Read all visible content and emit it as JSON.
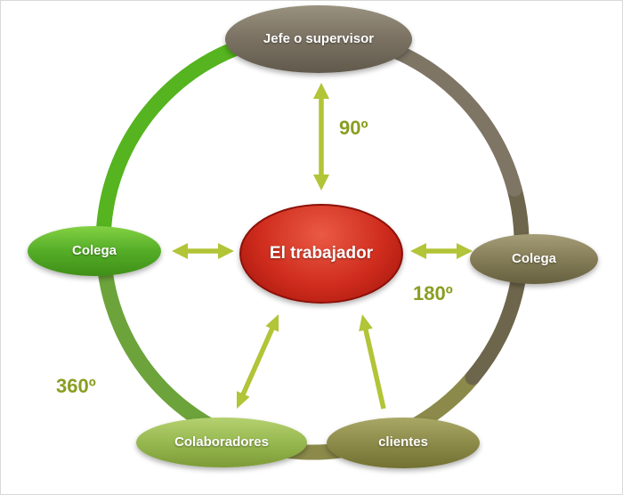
{
  "diagram": {
    "center_node": {
      "label": "El trabajador"
    },
    "nodes": {
      "supervisor": {
        "label": "Jefe o supervisor"
      },
      "colega_left": {
        "label": "Colega"
      },
      "colega_right": {
        "label": "Colega"
      },
      "colaboradores": {
        "label": "Colaboradores"
      },
      "clientes": {
        "label": "clientes"
      }
    },
    "angle_labels": {
      "deg90": "90º",
      "deg180": "180º",
      "deg360": "360º"
    },
    "colors": {
      "center_red": "#cf2c1d",
      "supervisor_brown": "#7b7263",
      "colega_left_green": "#54ad27",
      "colega_right_olive": "#847d57",
      "colaboradores_green": "#97b850",
      "clientes_olive": "#8d8b49",
      "ring_bright_green": "#55b41f",
      "ring_medium_green": "#6ca33b",
      "ring_olive": "#8b8a4a",
      "ring_dark_olive": "#6d664c",
      "ring_taupe": "#7e7565",
      "arrow_green": "#b2c437",
      "angle_text_green": "#8a9e22"
    }
  }
}
